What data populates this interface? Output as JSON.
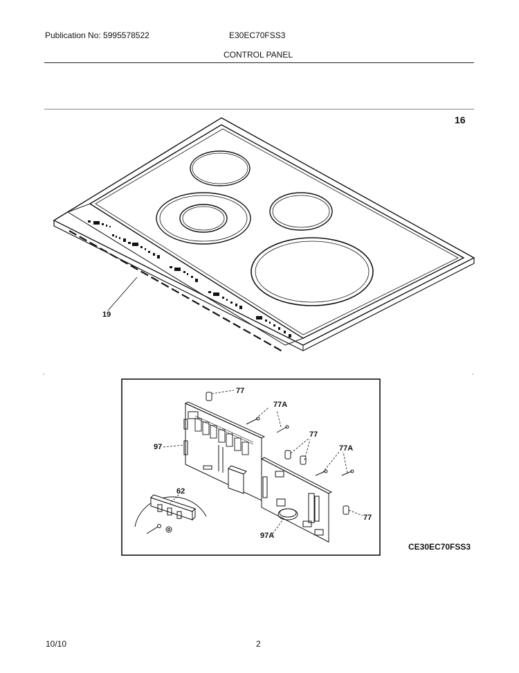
{
  "header": {
    "publication": "Publication No: 5995578522",
    "model": "E30EC70FSS3",
    "section_title": "CONTROL PANEL"
  },
  "page_marker": "16",
  "diagram": {
    "callouts": {
      "c19": "19",
      "c77a": "77",
      "c77b": "77",
      "c77c": "77",
      "c77A1": "77A",
      "c77A2": "77A",
      "c97": "97",
      "c97A": "97A",
      "c62": "62"
    },
    "figure_code": "CE30EC70FSS3"
  },
  "footer": {
    "date": "10/10",
    "page_number": "2"
  }
}
